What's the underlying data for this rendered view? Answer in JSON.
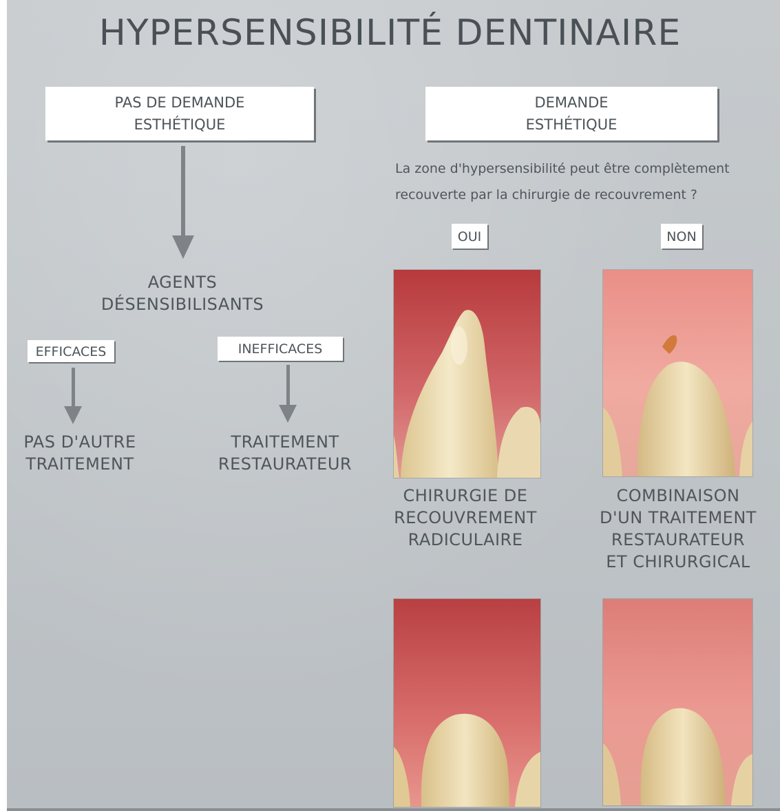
{
  "title": "HYPERSENSIBILITÉ DENTINAIRE",
  "left_branch": {
    "box_line1": "PAS DE DEMANDE",
    "box_line2": "ESTHÉTIQUE",
    "agents_line1": "AGENTS",
    "agents_line2": "DÉSENSIBILISANTS",
    "efficaces": "EFFICACES",
    "inefficaces": "INEFFICACES",
    "result_efficaces_line1": "PAS D'AUTRE",
    "result_efficaces_line2": "TRAITEMENT",
    "result_inefficaces_line1": "TRAITEMENT",
    "result_inefficaces_line2": "RESTAURATEUR"
  },
  "right_branch": {
    "box_line1": "DEMANDE",
    "box_line2": "ESTHÉTIQUE",
    "question_line1": "La zone d'hypersensibilité peut être complètement",
    "question_line2": "recouverte par la chirurgie de recouvrement ?",
    "oui": "OUI",
    "non": "NON",
    "oui_result_line1": "CHIRURGIE DE",
    "oui_result_line2": "RECOUVREMENT",
    "oui_result_line3": "RADICULAIRE",
    "non_result_line1": "COMBINAISON",
    "non_result_line2": "D'UN TRAITEMENT",
    "non_result_line3": "RESTAURATEUR",
    "non_result_line4": "ET CHIRURGICAL"
  },
  "colors": {
    "background": "#c2c7ca",
    "text": "#4f565b",
    "arrow": "#7e8387",
    "gum": "#c9484a",
    "tooth": "#efe2bd"
  }
}
